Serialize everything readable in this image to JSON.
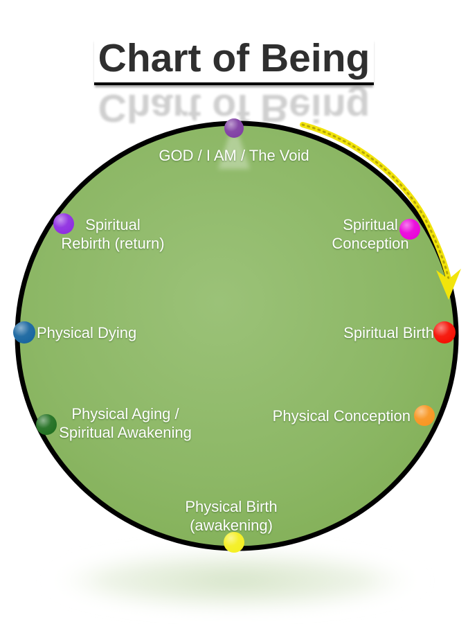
{
  "title": {
    "text": "Chart of Being"
  },
  "diagram": {
    "circle": {
      "fill_center": "#9bc278",
      "fill_edge": "#7cab4e",
      "border_color": "#000000",
      "label_text_color": "#ffffff"
    },
    "arrow": {
      "name": "clockwise-flow-arrow",
      "color": "#f2e40b"
    },
    "nodes": [
      {
        "id": "god",
        "label": "GOD / I AM / The Void",
        "color": "#7e3ca2"
      },
      {
        "id": "spiritual-conception",
        "label": "Spiritual\nConception",
        "color": "#ea00da"
      },
      {
        "id": "spiritual-birth",
        "label": "Spiritual Birth",
        "color": "#f50d00"
      },
      {
        "id": "physical-conception",
        "label": "Physical Conception",
        "color": "#f8941e"
      },
      {
        "id": "physical-birth",
        "label": "Physical Birth\n(awakening)",
        "color": "#f4ef1e"
      },
      {
        "id": "physical-aging",
        "label": "Physical Aging /\nSpiritual Awakening",
        "color": "#1e6e1e"
      },
      {
        "id": "physical-dying",
        "label": "Physical Dying",
        "color": "#15639e"
      },
      {
        "id": "spiritual-rebirth",
        "label": "Spiritual\nRebirth (return)",
        "color": "#8d2be0"
      }
    ]
  }
}
